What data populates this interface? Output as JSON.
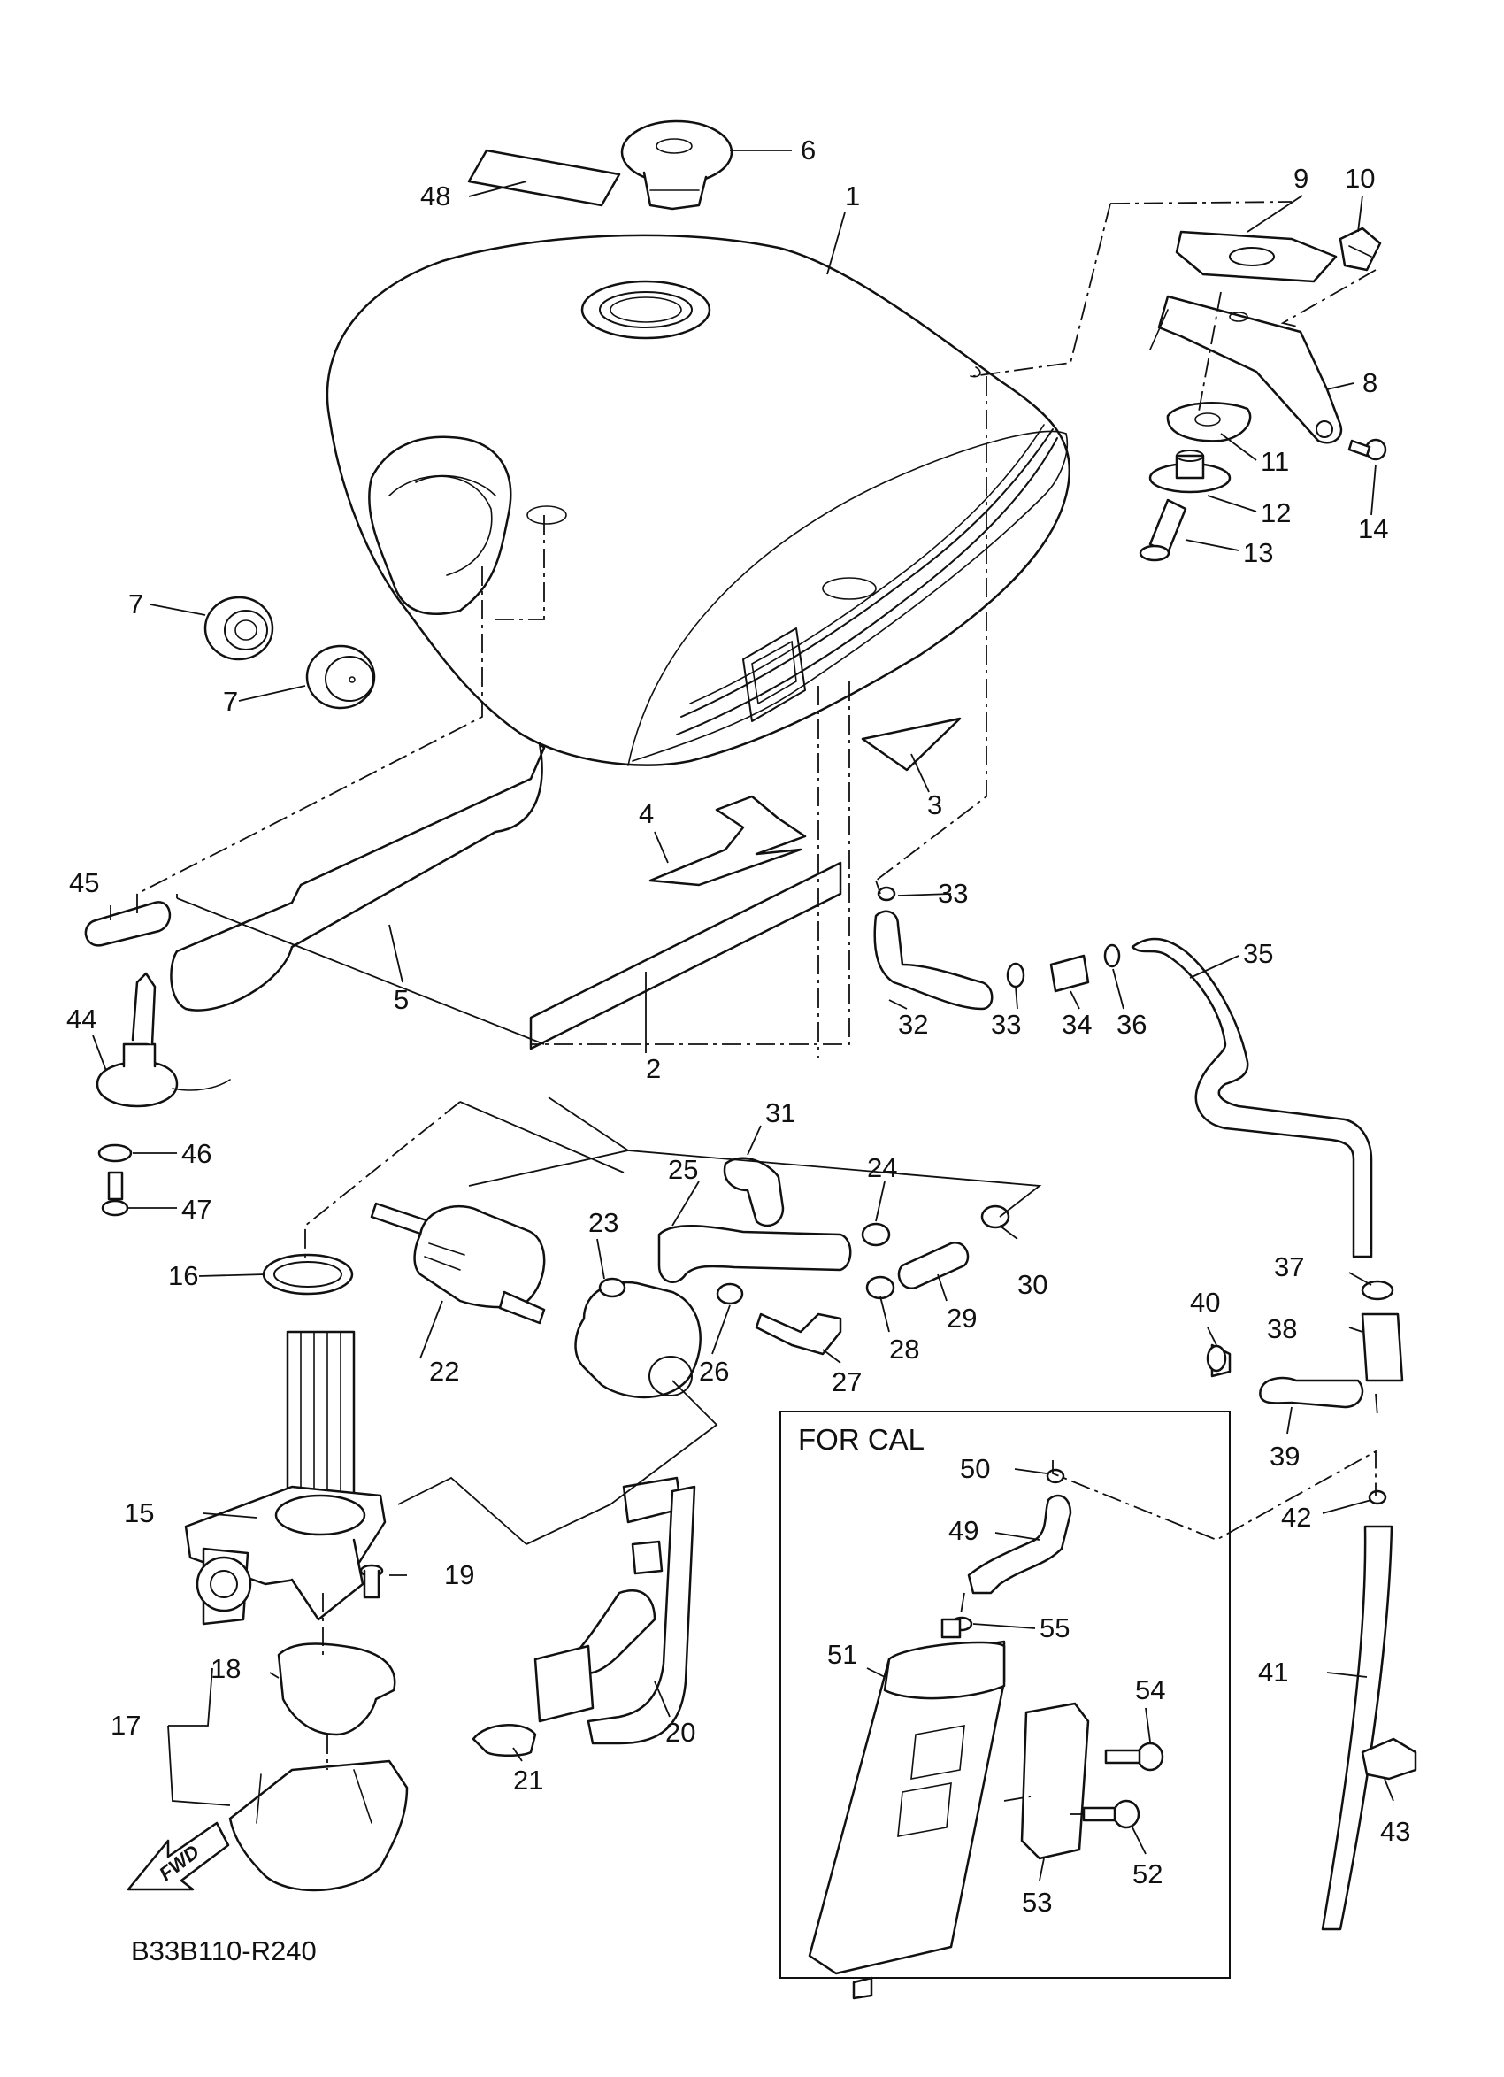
{
  "diagram_code": "B33B110-R240",
  "cal_box_label": "FOR CAL",
  "fwd_label": "FWD",
  "callouts": [
    {
      "id": "c1",
      "text": "1"
    },
    {
      "id": "c2",
      "text": "2"
    },
    {
      "id": "c3",
      "text": "3"
    },
    {
      "id": "c4",
      "text": "4"
    },
    {
      "id": "c5",
      "text": "5"
    },
    {
      "id": "c6",
      "text": "6"
    },
    {
      "id": "c7a",
      "text": "7"
    },
    {
      "id": "c7b",
      "text": "7"
    },
    {
      "id": "c8",
      "text": "8"
    },
    {
      "id": "c9",
      "text": "9"
    },
    {
      "id": "c10",
      "text": "10"
    },
    {
      "id": "c11",
      "text": "11"
    },
    {
      "id": "c12",
      "text": "12"
    },
    {
      "id": "c13",
      "text": "13"
    },
    {
      "id": "c14",
      "text": "14"
    },
    {
      "id": "c15",
      "text": "15"
    },
    {
      "id": "c16",
      "text": "16"
    },
    {
      "id": "c17",
      "text": "17"
    },
    {
      "id": "c18",
      "text": "18"
    },
    {
      "id": "c19",
      "text": "19"
    },
    {
      "id": "c20",
      "text": "20"
    },
    {
      "id": "c21",
      "text": "21"
    },
    {
      "id": "c22",
      "text": "22"
    },
    {
      "id": "c23",
      "text": "23"
    },
    {
      "id": "c24",
      "text": "24"
    },
    {
      "id": "c25",
      "text": "25"
    },
    {
      "id": "c26",
      "text": "26"
    },
    {
      "id": "c27",
      "text": "27"
    },
    {
      "id": "c28",
      "text": "28"
    },
    {
      "id": "c29",
      "text": "29"
    },
    {
      "id": "c30",
      "text": "30"
    },
    {
      "id": "c31",
      "text": "31"
    },
    {
      "id": "c32",
      "text": "32"
    },
    {
      "id": "c33a",
      "text": "33"
    },
    {
      "id": "c33b",
      "text": "33"
    },
    {
      "id": "c34",
      "text": "34"
    },
    {
      "id": "c35",
      "text": "35"
    },
    {
      "id": "c36",
      "text": "36"
    },
    {
      "id": "c37",
      "text": "37"
    },
    {
      "id": "c38",
      "text": "38"
    },
    {
      "id": "c39",
      "text": "39"
    },
    {
      "id": "c40",
      "text": "40"
    },
    {
      "id": "c41",
      "text": "41"
    },
    {
      "id": "c42",
      "text": "42"
    },
    {
      "id": "c43",
      "text": "43"
    },
    {
      "id": "c44",
      "text": "44"
    },
    {
      "id": "c45",
      "text": "45"
    },
    {
      "id": "c46",
      "text": "46"
    },
    {
      "id": "c47",
      "text": "47"
    },
    {
      "id": "c48",
      "text": "48"
    },
    {
      "id": "c49",
      "text": "49"
    },
    {
      "id": "c50",
      "text": "50"
    },
    {
      "id": "c51",
      "text": "51"
    },
    {
      "id": "c52",
      "text": "52"
    },
    {
      "id": "c53",
      "text": "53"
    },
    {
      "id": "c54",
      "text": "54"
    },
    {
      "id": "c55",
      "text": "55"
    }
  ]
}
